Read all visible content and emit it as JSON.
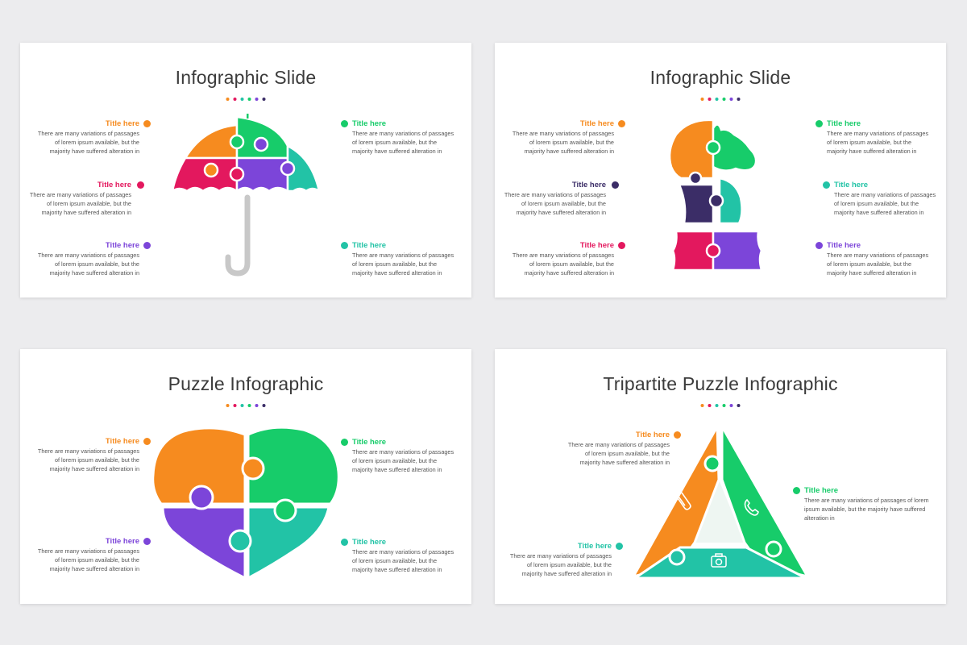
{
  "colors": {
    "orange": "#f68b1f",
    "green": "#17cc6a",
    "teal": "#22c3a6",
    "purple": "#7c45d9",
    "red": "#e3185e",
    "navy": "#3b2d67",
    "gray": "#c8c8c8",
    "title_text": "#3b3b3b"
  },
  "item_title": "Title here",
  "item_desc_line1": "There are many variations of passages",
  "item_desc_line2": "of lorem ipsum available, but the",
  "item_desc_line3": "majority have suffered alteration in",
  "slides": [
    {
      "title": "Infographic Slide",
      "graphic": "umbrella-puzzle"
    },
    {
      "title": "Infographic Slide",
      "graphic": "chess-knight-puzzle"
    },
    {
      "title": "Puzzle Infographic",
      "graphic": "heart-puzzle"
    },
    {
      "title": "Tripartite Puzzle Infographic",
      "graphic": "triangle-puzzle",
      "wide_desc_line1": "There are many variations of passages of lorem",
      "wide_desc_line2": "ipsum available, but the majority have suffered",
      "wide_desc_line3": "alteration in",
      "icons": [
        "paperclip-icon",
        "phone-icon",
        "camera-icon"
      ]
    }
  ]
}
